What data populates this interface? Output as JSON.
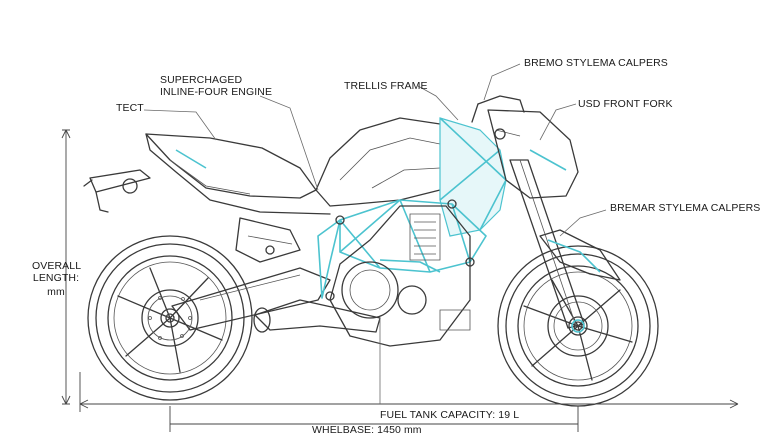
{
  "labels": {
    "tect": "TECT",
    "engine_line1": "SUPERCHAGED",
    "engine_line2": "INLINE-FOUR ENGINE",
    "trellis": "TRELLIS FRAME",
    "bremo": "BREMO STYLEMA CALPERS",
    "usd_fork": "USD FRONT FORK",
    "bremar": "BREMAR STYLEMA CALPERS",
    "overall_line1": "OVERALL",
    "overall_line2": "LENGTH:",
    "overall_line3": "mm",
    "fuel": "FUEL TANK CAPACITY: 19 L",
    "wheelbase": "WHELBASE: 1450 mm"
  },
  "colors": {
    "accent": "#4cc3cf",
    "line": "#3a3a3a"
  }
}
